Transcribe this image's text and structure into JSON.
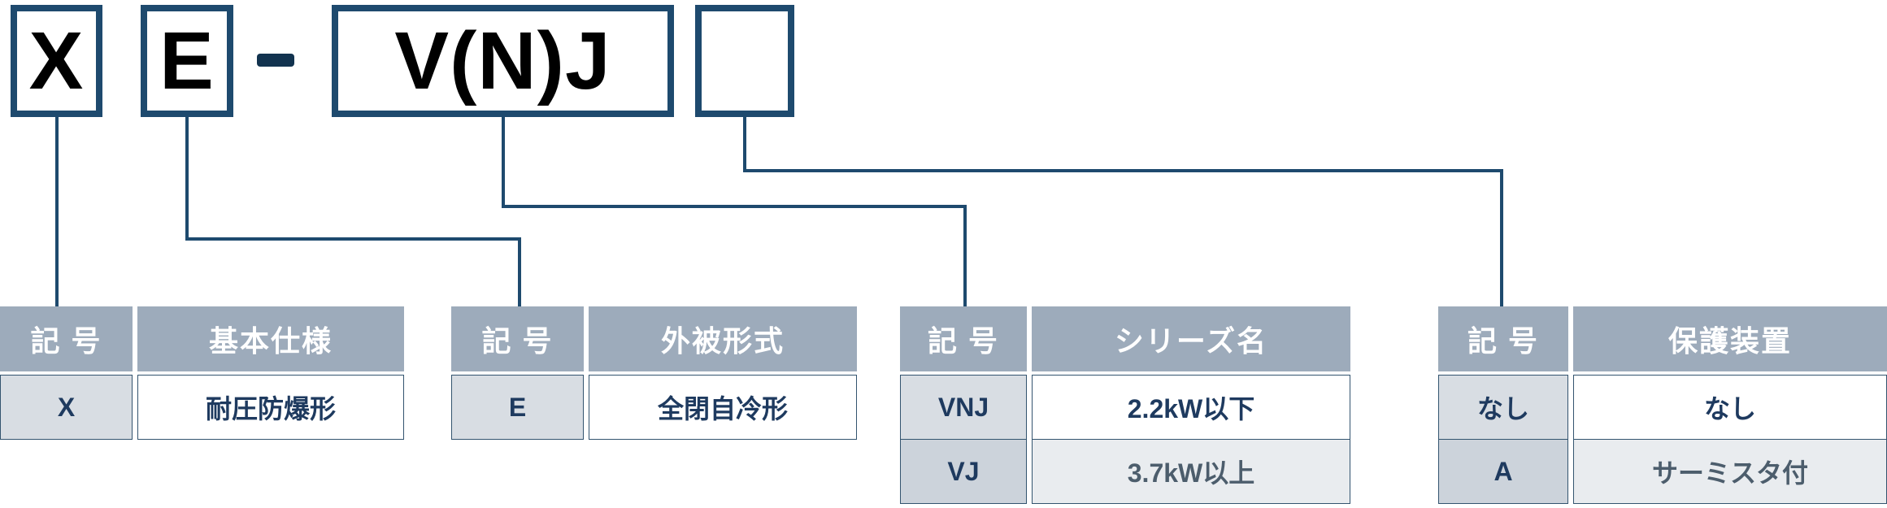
{
  "model_code": {
    "box1": "X",
    "box2": "E",
    "separator": "-",
    "box3": "V(N)J",
    "box4": ""
  },
  "tables": [
    {
      "code_header": "記 号",
      "name_header": "基本仕様",
      "rows": [
        {
          "code": "X",
          "value": "耐圧防爆形"
        }
      ]
    },
    {
      "code_header": "記 号",
      "name_header": "外被形式",
      "rows": [
        {
          "code": "E",
          "value": "全閉自冷形"
        }
      ]
    },
    {
      "code_header": "記 号",
      "name_header": "シリーズ名",
      "rows": [
        {
          "code": "VNJ",
          "value": "2.2kW以下"
        },
        {
          "code": "VJ",
          "value": "3.7kW以上"
        }
      ]
    },
    {
      "code_header": "記 号",
      "name_header": "保護装置",
      "rows": [
        {
          "code": "なし",
          "value": "なし"
        },
        {
          "code": "A",
          "value": "サーミスタ付"
        }
      ]
    }
  ],
  "colors": {
    "line_navy": "#1e4a6e",
    "header_bg": "#9dabbb",
    "header_text": "#ffffff",
    "code_cell_bg": "#d8dde3",
    "body_text": "#1e3a5f",
    "alt_row_bg": "#e9ecef",
    "letter_color": "#000000"
  }
}
